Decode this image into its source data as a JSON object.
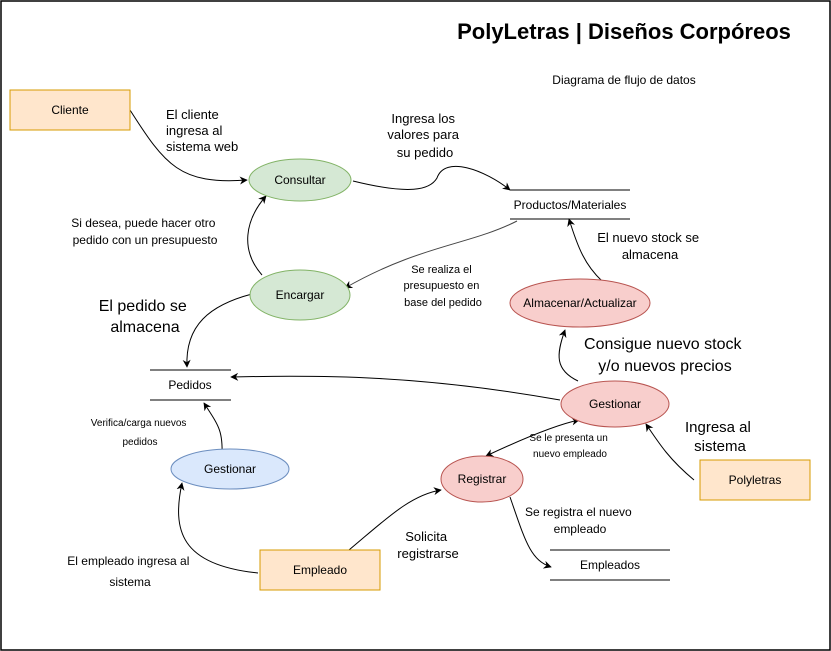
{
  "title": "PolyLetras | Diseños Corpóreos",
  "subtitle": "Diagrama de flujo de datos",
  "entities": {
    "cliente": "Cliente",
    "polyletras": "Polyletras",
    "empleado": "Empleado"
  },
  "processes": {
    "consultar": "Consultar",
    "encargar": "Encargar",
    "almacenar": "Almacenar/Actualizar",
    "gestionar_rojo": "Gestionar",
    "gestionar_azul": "Gestionar",
    "registrar": "Registrar"
  },
  "stores": {
    "productos": "Productos/Materiales",
    "pedidos": "Pedidos",
    "empleados": "Empleados"
  },
  "labels": {
    "cliente_ingresa": [
      "El cliente",
      "ingresa al",
      "sistema web"
    ],
    "ingresa_valores": [
      "Ingresa los",
      "valores para",
      "su pedido"
    ],
    "si_desea": [
      "Si desea, puede hacer otro",
      "pedido con un presupuesto"
    ],
    "pedido_almacena": [
      "El pedido se",
      "almacena"
    ],
    "presupuesto": [
      "Se realiza el",
      "presupuesto en",
      "base del pedido"
    ],
    "nuevo_stock": [
      "El nuevo stock se",
      "almacena"
    ],
    "consigue": [
      "Consigue nuevo stock",
      "y/o nuevos precios"
    ],
    "verifica": [
      "Verifica/carga nuevos",
      "pedidos"
    ],
    "ingresa_sistema": [
      "Ingresa al",
      "sistema"
    ],
    "presenta_empleado": [
      "Se le presenta un",
      "nuevo empleado"
    ],
    "registra_empleado": [
      "Se registra el nuevo",
      "empleado"
    ],
    "solicita": [
      "Solicita",
      "registrarse"
    ],
    "empleado_ingresa": [
      "El empleado ingresa al",
      "sistema"
    ]
  },
  "colors": {
    "entity_fill": "#ffe6cc",
    "entity_stroke": "#d79b00",
    "green_fill": "#d5e8d4",
    "green_stroke": "#82b366",
    "red_fill": "#f8cecc",
    "red_stroke": "#b85450",
    "blue_fill": "#dae8fc",
    "blue_stroke": "#6c8ebf"
  }
}
